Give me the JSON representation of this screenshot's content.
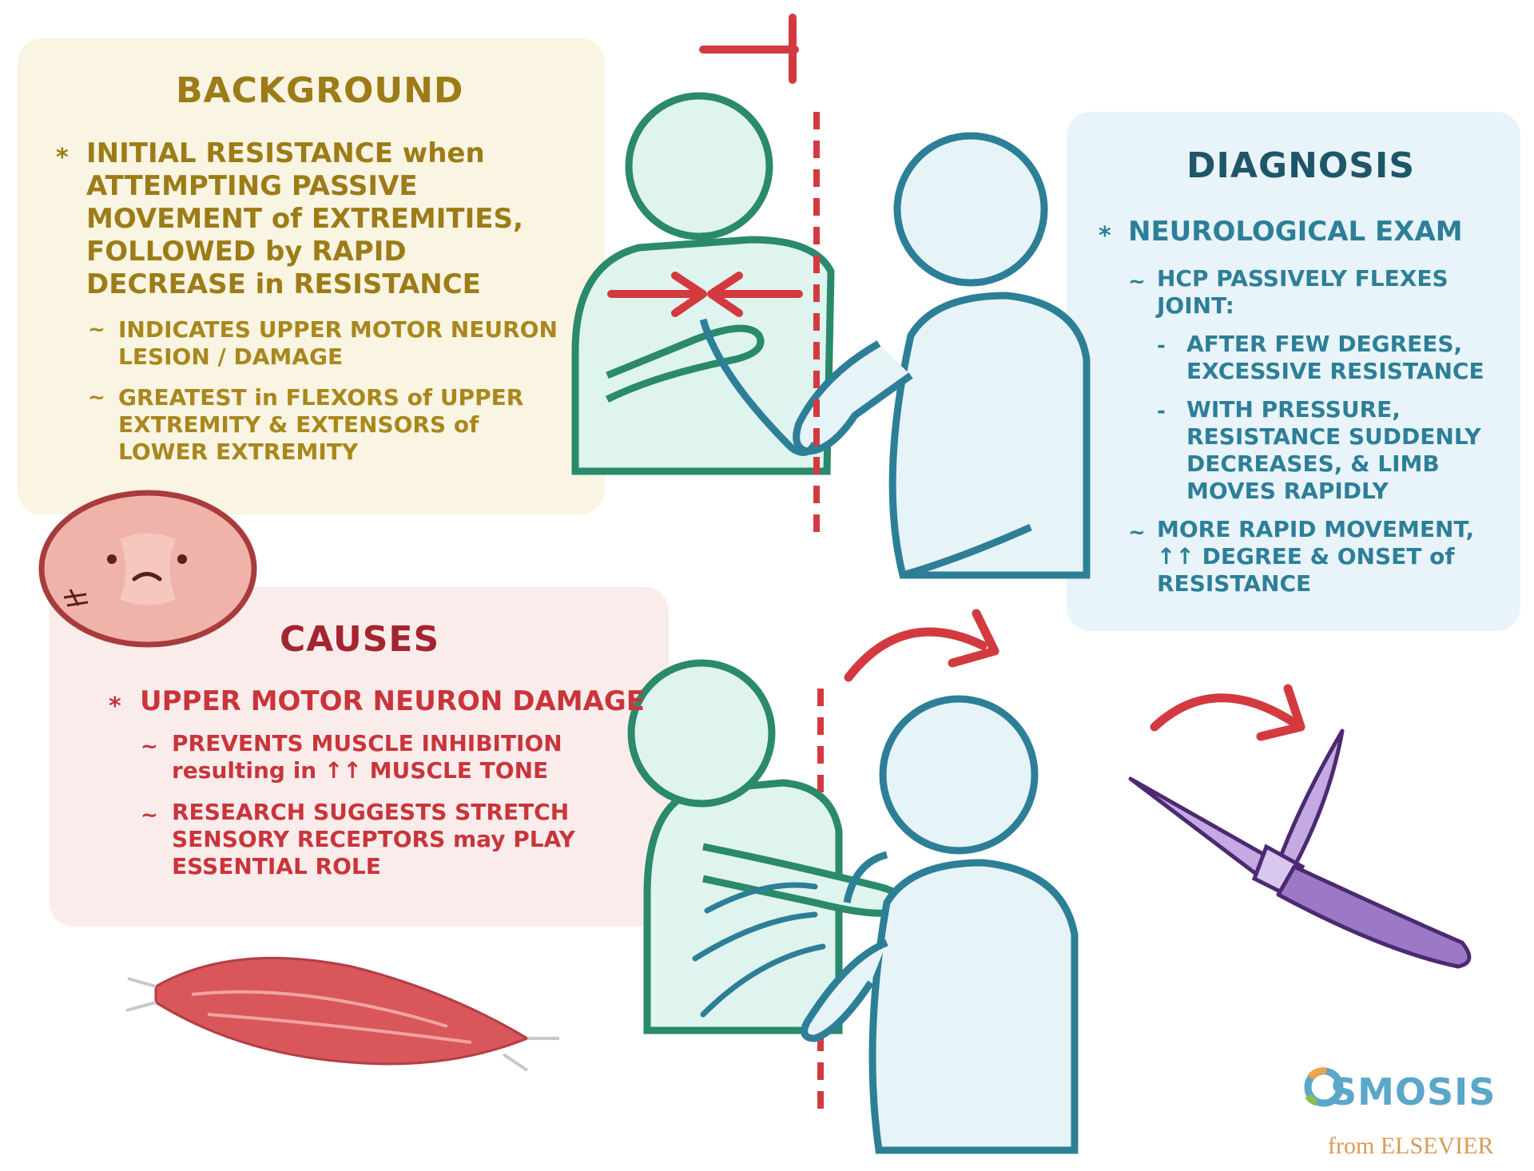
{
  "background": {
    "title": "BACKGROUND",
    "bullet_symbol": "*",
    "main": "INITIAL RESISTANCE when ATTEMPTING PASSIVE MOVEMENT of EXTREMITIES, FOLLOWED by RAPID DECREASE in RESISTANCE",
    "sub_symbol": "~",
    "sub1": "INDICATES UPPER MOTOR NEURON LESION / DAMAGE",
    "sub2": "GREATEST in FLEXORS of UPPER EXTREMITY & EXTENSORS of LOWER EXTREMITY",
    "color": "#9c7c17"
  },
  "causes": {
    "title": "CAUSES",
    "bullet_symbol": "*",
    "main": "UPPER MOTOR NEURON DAMAGE",
    "sub_symbol": "~",
    "sub1": "PREVENTS MUSCLE INHIBITION resulting in ↑↑ MUSCLE TONE",
    "sub2": "RESEARCH SUGGESTS STRETCH SENSORY RECEPTORS may PLAY ESSENTIAL ROLE",
    "color": "#c9353b"
  },
  "diagnosis": {
    "title": "DIAGNOSIS",
    "bullet_symbol": "*",
    "main": "NEUROLOGICAL EXAM",
    "sub_symbol": "~",
    "dash_symbol": "-",
    "sub1": "HCP PASSIVELY FLEXES JOINT:",
    "detail1": "AFTER FEW DEGREES, EXCESSIVE RESISTANCE",
    "detail2": "WITH PRESSURE, RESISTANCE SUDDENLY DECREASES, & LIMB MOVES RAPIDLY",
    "sub2": "MORE RAPID MOVEMENT, ↑↑ DEGREE & ONSET of RESISTANCE",
    "color": "#2d7f98"
  },
  "logo": {
    "word": "SMOSIS",
    "sub": "from ELSEVIER"
  },
  "colors": {
    "patient_outline": "#2a8a6a",
    "patient_fill": "#dff4ef",
    "hcp_outline": "#2d7f98",
    "hcp_fill": "#e6f4f8",
    "arrow_red": "#d33a3f",
    "knife_purple": "#9b79c7"
  }
}
